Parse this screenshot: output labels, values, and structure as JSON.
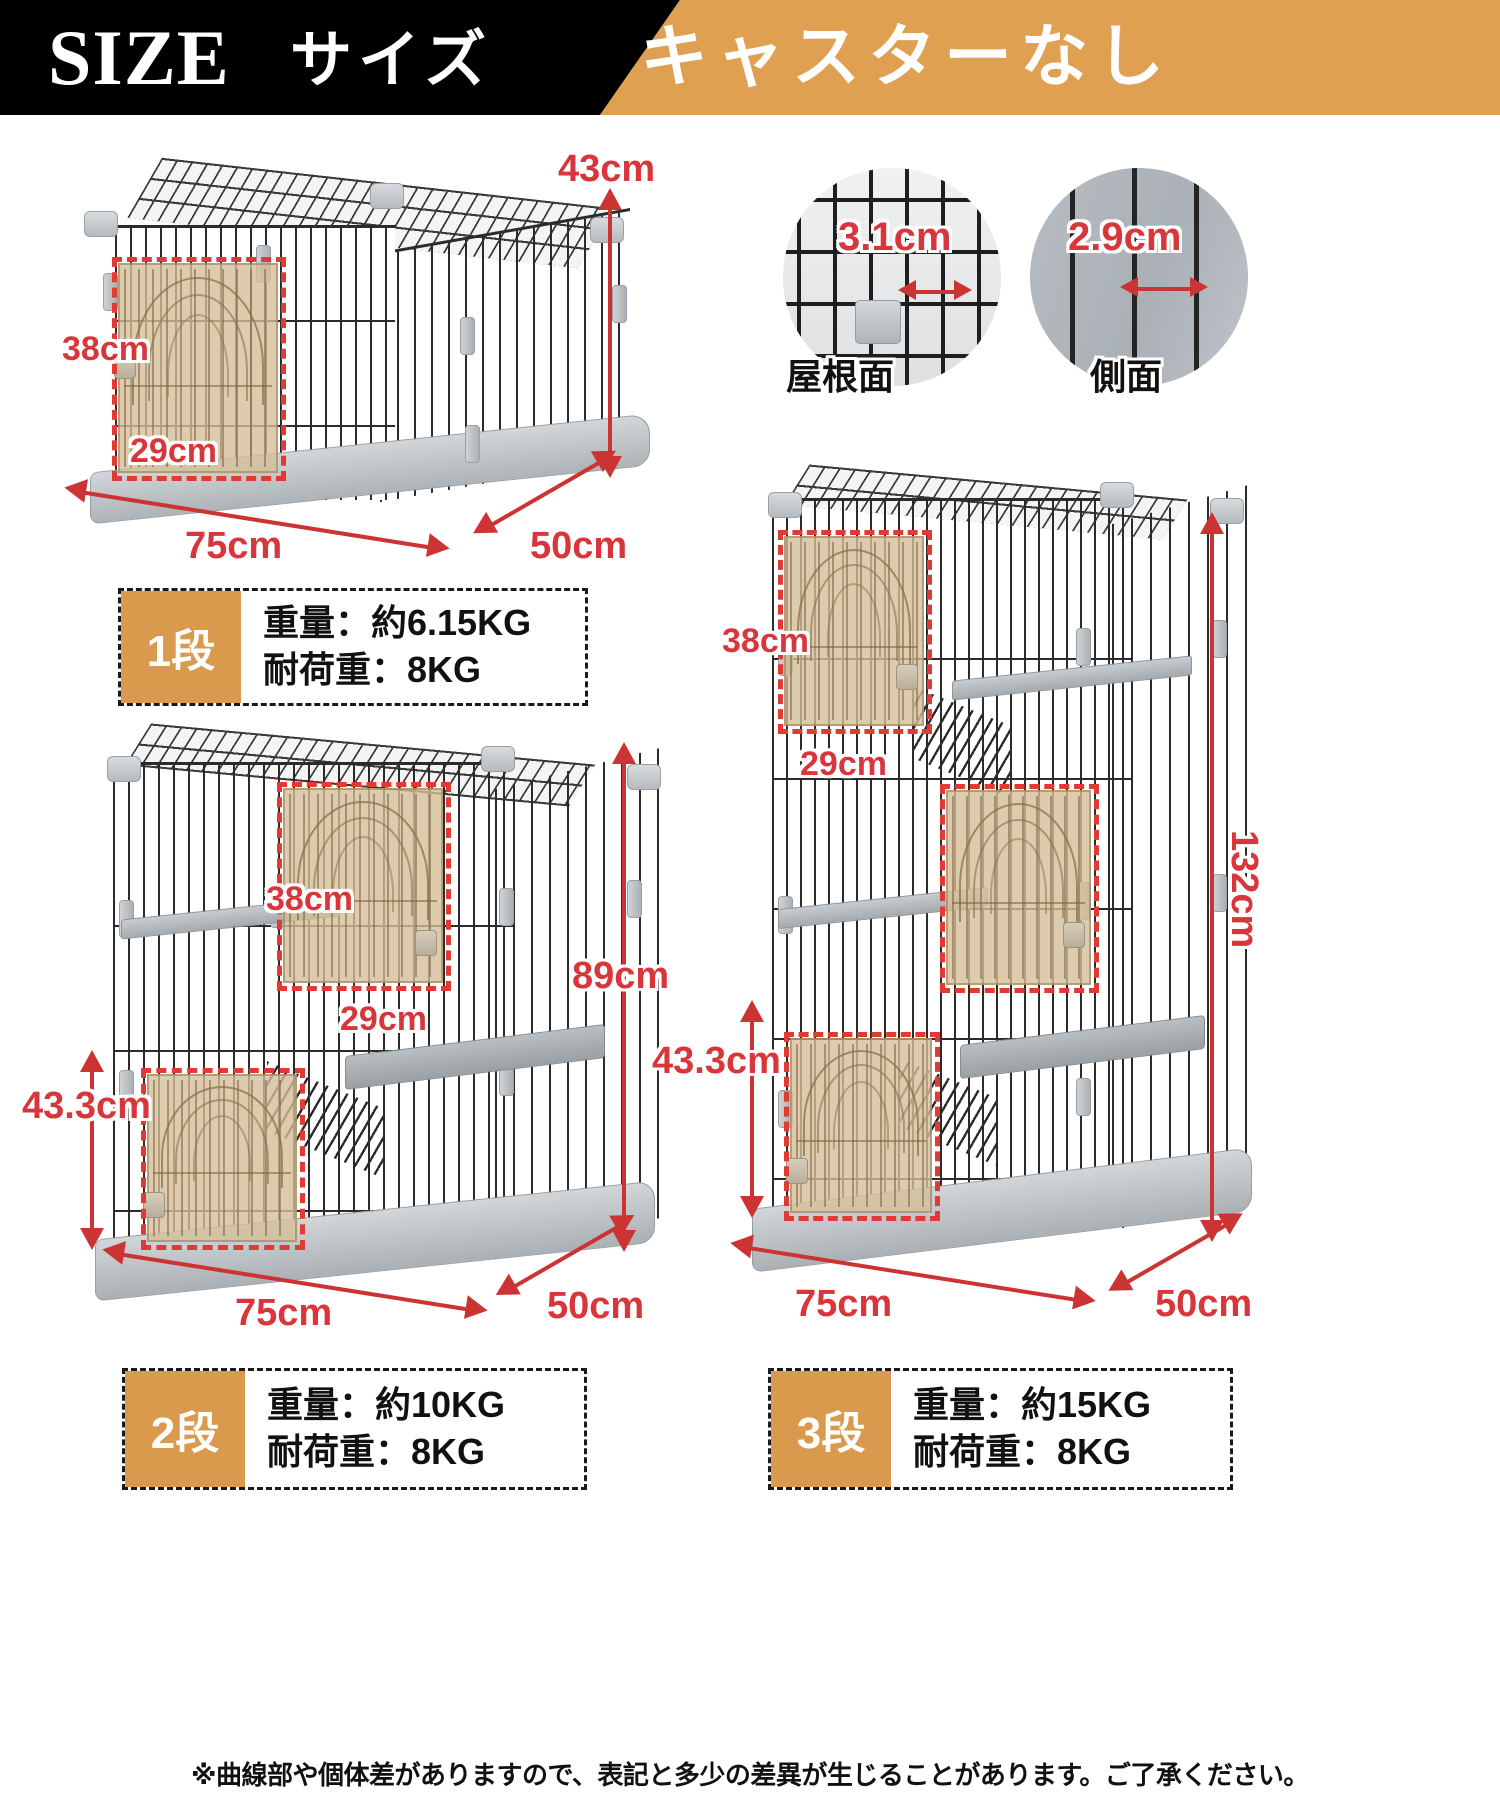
{
  "header": {
    "size_en": "SIZE",
    "size_jp": "サイズ",
    "caster_label": "キャスターなし"
  },
  "insets": [
    {
      "value": "3.1cm",
      "label": "屋根面",
      "name": "roof-gap"
    },
    {
      "value": "2.9cm",
      "label": "側面",
      "name": "side-gap"
    }
  ],
  "cages": [
    {
      "id": "tier1",
      "tier_label": "1段",
      "weight": "重量：約6.15KG",
      "capacity": "耐荷重：8KG",
      "dims": {
        "height": "43cm",
        "width": "75cm",
        "depth": "50cm",
        "door_height": "38cm",
        "door_width": "29cm"
      }
    },
    {
      "id": "tier2",
      "tier_label": "2段",
      "weight": "重量：約10KG",
      "capacity": "耐荷重：8KG",
      "dims": {
        "height": "89cm",
        "width": "75cm",
        "depth": "50cm",
        "door_height": "38cm",
        "door_width": "29cm",
        "level_height": "43.3cm"
      }
    },
    {
      "id": "tier3",
      "tier_label": "3段",
      "weight": "重量：約15KG",
      "capacity": "耐荷重：8KG",
      "dims": {
        "height": "132cm",
        "width": "75cm",
        "depth": "50cm",
        "door_height": "38cm",
        "door_width": "29cm",
        "level_height": "43.3cm"
      }
    }
  ],
  "footer": {
    "note": "※曲線部や個体差がありますので、表記と多少の差異が生じることがあります。ご了承ください。"
  },
  "colors": {
    "accent_orange": "#d99a4e",
    "dim_red": "#d8363a",
    "header_black": "#000000"
  }
}
